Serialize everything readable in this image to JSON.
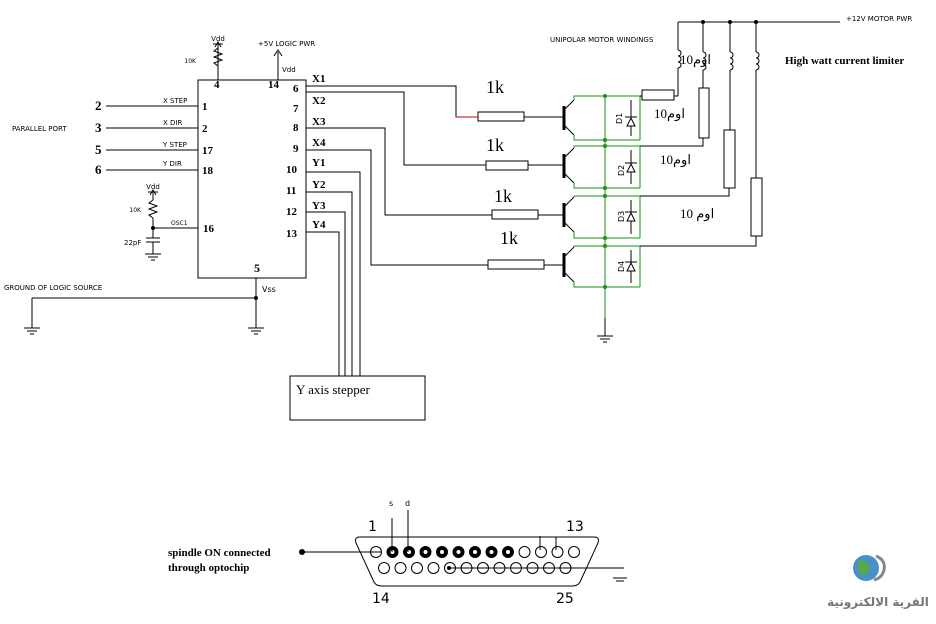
{
  "parallel_port": {
    "label": "PARALLEL PORT",
    "pins": [
      {
        "num": "2",
        "signal": "X STEP",
        "chip_pin": "1"
      },
      {
        "num": "3",
        "signal": "X DIR",
        "chip_pin": "2"
      },
      {
        "num": "5",
        "signal": "Y STEP",
        "chip_pin": "17"
      },
      {
        "num": "6",
        "signal": "Y DIR",
        "chip_pin": "18"
      }
    ]
  },
  "chip": {
    "top_pins": [
      "4",
      "14"
    ],
    "bottom_pin": "5",
    "osc_label": "OSC1",
    "osc_pin": "16",
    "vdd_label": "Vdd",
    "vss_label": "Vss",
    "outputs": [
      {
        "name": "X1",
        "pin": "6"
      },
      {
        "name": "X2",
        "pin": "7"
      },
      {
        "name": "X3",
        "pin": "8"
      },
      {
        "name": "X4",
        "pin": "9"
      },
      {
        "name": "Y1",
        "pin": "10"
      },
      {
        "name": "Y2",
        "pin": "11"
      },
      {
        "name": "Y3",
        "pin": "12"
      },
      {
        "name": "Y4",
        "pin": "13"
      }
    ]
  },
  "labels": {
    "logic_pwr": "+5V LOGIC PWR",
    "motor_pwr": "+12V MOTOR PWR",
    "windings": "UNIPOLAR MOTOR WINDINGS",
    "limiter": "High watt current limiter",
    "ground": "GROUND OF LOGIC SOURCE",
    "vdd": "Vdd",
    "res_10k": "10K",
    "cap_22pf": "22pF",
    "y_stepper": "Y axis stepper",
    "resistor_1k": "1k",
    "ohm_10_a": "10اوم",
    "ohm_10_b": "10اوم",
    "ohm_10_c": "10اوم",
    "ohm_10_d": "اوم 10",
    "spindle_1": "spindle ON connected",
    "spindle_2": "through optochip",
    "db25_1": "1",
    "db25_13": "13",
    "db25_14": "14",
    "db25_25": "25",
    "db25_s": "s",
    "db25_d": "d",
    "logo_text": "القرية الالكترونية"
  },
  "diodes": [
    "D1",
    "D2",
    "D3",
    "D4"
  ],
  "colors": {
    "wire": "#000000",
    "transistor_wire": "#1a8f1a",
    "resistor_lead": "#c00000",
    "logo_text": "#777777"
  }
}
